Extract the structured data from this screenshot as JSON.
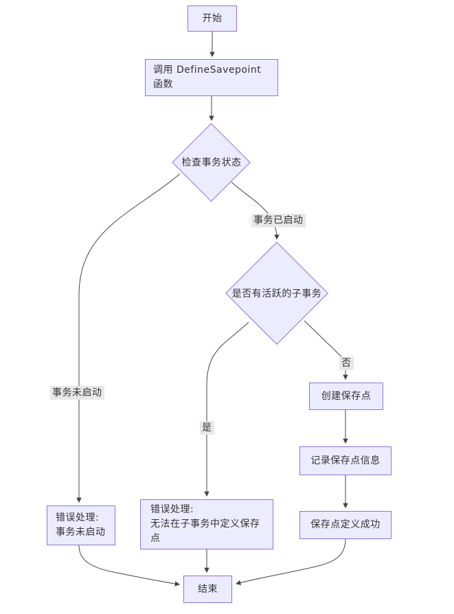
{
  "diagram": {
    "type": "flowchart",
    "background_color": "#ffffff",
    "node_fill_color": "#ECECFF",
    "node_border_color": "#9370DB",
    "edge_color": "#444444",
    "text_color": "#333333",
    "edge_label_bg_color": "#e8e8e8",
    "nodes": {
      "start": {
        "shape": "rect",
        "label": "开始"
      },
      "call_define_savepoint": {
        "shape": "rect",
        "label": "调用 DefineSavepoint 函数"
      },
      "check_txn_status": {
        "shape": "diamond",
        "label": "检查事务状态"
      },
      "has_active_subtxn": {
        "shape": "diamond",
        "label": "是否有活跃的子事务"
      },
      "create_savepoint": {
        "shape": "rect",
        "label": "创建保存点"
      },
      "record_savepoint_info": {
        "shape": "rect",
        "label": "记录保存点信息"
      },
      "savepoint_success": {
        "shape": "rect",
        "label": "保存点定义成功"
      },
      "error_txn_not_started": {
        "shape": "rect",
        "label": "错误处理:\n事务未启动"
      },
      "error_subtxn": {
        "shape": "rect",
        "label": "错误处理:\n无法在子事务中定义保存点"
      },
      "end": {
        "shape": "rect",
        "label": "结束"
      }
    },
    "edge_labels": {
      "txn_started": "事务已启动",
      "txn_not_started": "事务未启动",
      "yes": "是",
      "no": "否"
    }
  }
}
